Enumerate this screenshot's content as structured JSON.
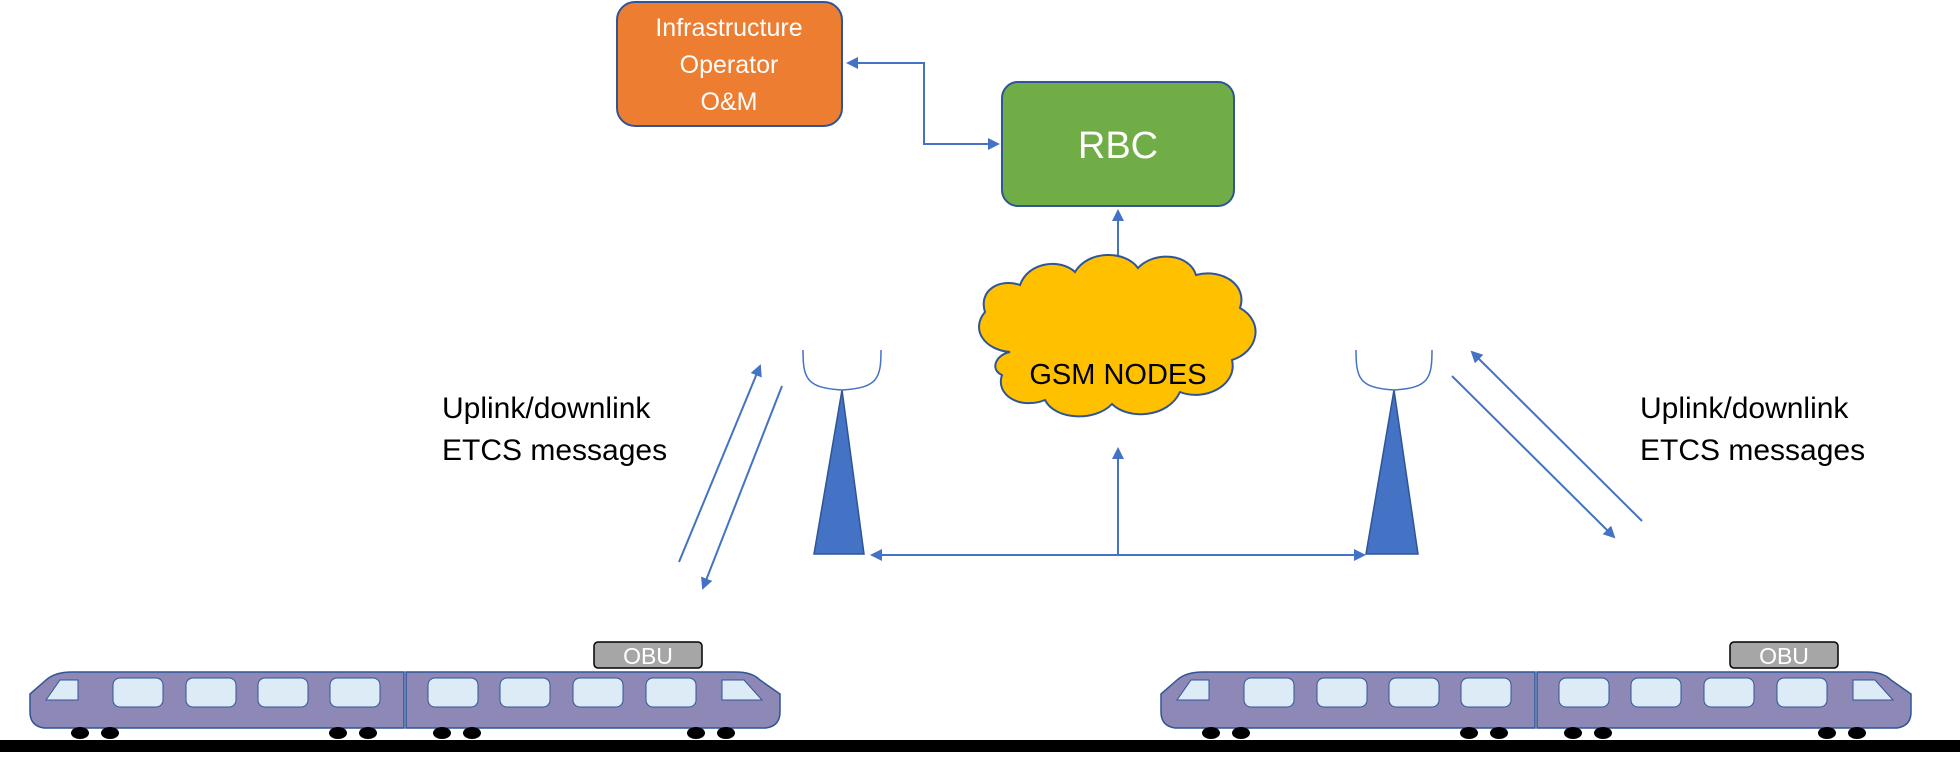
{
  "colors": {
    "arrow": "#4472C4",
    "infrastructure_fill": "#ED7D31",
    "rbc_fill": "#70AD47",
    "cloud_fill": "#FFC000",
    "antenna_fill": "#4472C4",
    "train_body": "#8E88B7",
    "train_window": "#DDEBF7",
    "obu_fill": "#A6A6A6",
    "track": "#000000"
  },
  "nodes": {
    "infrastructure": {
      "line1": "Infrastructure",
      "line2": "Operator",
      "line3": "O&M"
    },
    "rbc": {
      "label": "RBC"
    },
    "gsm": {
      "label": "GSM NODES"
    }
  },
  "labels": {
    "left": {
      "line1": "Uplink/downlink",
      "line2": "ETCS messages"
    },
    "right": {
      "line1": "Uplink/downlink",
      "line2": "ETCS messages"
    }
  },
  "trains": {
    "left": {
      "obu_label": "OBU"
    },
    "right": {
      "obu_label": "OBU"
    }
  },
  "icons": [
    "antenna-tower-icon",
    "cloud-icon",
    "train-icon"
  ]
}
